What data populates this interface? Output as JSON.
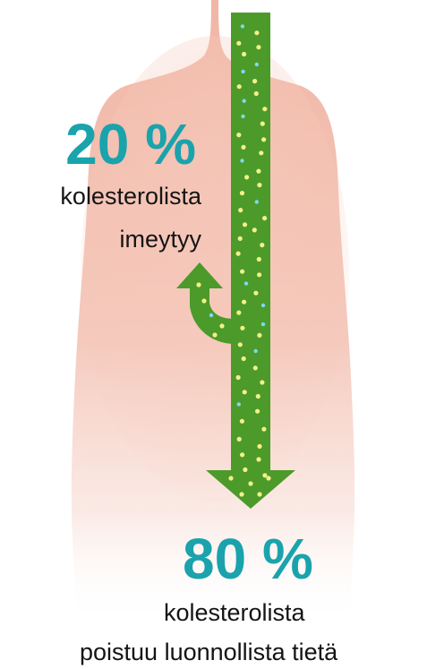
{
  "absorbed": {
    "percent": "20 %",
    "caption_line1": "kolesterolista",
    "caption_line2": "imeytyy"
  },
  "excreted": {
    "percent": "80 %",
    "caption_line1": "kolesterolista",
    "caption_line2": "poistuu luonnollista tietä"
  },
  "colors": {
    "percent_text": "#1aa3ac",
    "caption_text": "#141414",
    "arrow_green": "#4c9a2a",
    "body_fill": "#f1b6a5",
    "particle_yellow": "#f3f08a",
    "particle_blue": "#7fd8f0"
  }
}
